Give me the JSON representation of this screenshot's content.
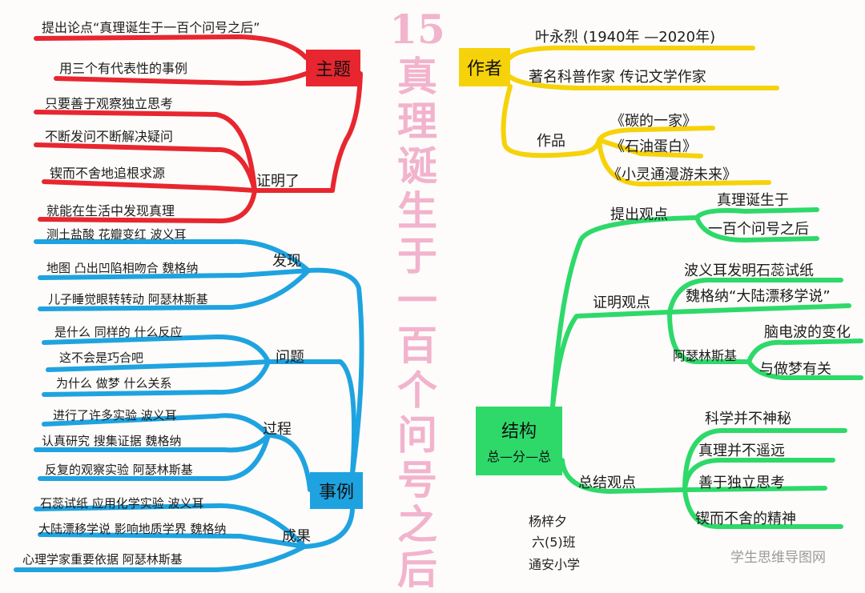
{
  "title": {
    "num": "15",
    "chars": [
      "真",
      "理",
      "诞",
      "生",
      "于",
      "一",
      "百",
      "个",
      "问",
      "号",
      "之",
      "后"
    ]
  },
  "theme": {
    "label": "主题",
    "claim": "提出论点“真理诞生于一百个问号之后”",
    "examples": "用三个有代表性的事例",
    "proved_label": "证明了",
    "proved_items": [
      "只要善于观察独立思考",
      "不断发问不断解决疑问",
      "锲而不舍地追根求源",
      "就能在生活中发现真理"
    ]
  },
  "author": {
    "label": "作者",
    "name": "叶永烈 (1940年 —2020年)",
    "desc": "著名科普作家 传记文学作家",
    "works_label": "作品",
    "works": [
      "《碳的一家》",
      "《石油蛋白》",
      "《小灵通漫游未来》"
    ]
  },
  "cases": {
    "label": "事例",
    "discovery_label": "发现",
    "discovery": [
      "测土盐酸 花瓣变红 波义耳",
      "地图 凸出凹陷相吻合 魏格纳",
      "儿子睡觉眼转转动 阿瑟林斯基"
    ],
    "questions_label": "问题",
    "questions": [
      "是什么 同样的 什么反应",
      "这不会是巧合吧",
      "为什么 做梦 什么关系"
    ],
    "process_label": "过程",
    "process": [
      "进行了许多实验 波义耳",
      "认真研究 搜集证据 魏格纳",
      "反复的观察实验 阿瑟林斯基"
    ],
    "results_label": "成果",
    "results": [
      "石蕊试纸 应用化学实验 波义耳",
      "大陆漂移学说 影响地质学界 魏格纳",
      "心理学家重要依据 阿瑟林斯基"
    ]
  },
  "structure": {
    "label": "结构",
    "sub": "总—分—总",
    "propose_label": "提出观点",
    "propose": [
      "真理诞生于",
      "一百个问号之后"
    ],
    "prove_label": "证明观点",
    "prove": [
      "波义耳发明石蕊试纸",
      "魏格纳“大陆漂移学说”"
    ],
    "prove_sub_label": "阿瑟林斯基",
    "prove_sub": [
      "脑电波的变化",
      "与做梦有关"
    ],
    "summary_label": "总结观点",
    "summary": [
      "科学并不神秘",
      "真理并不遥远",
      "善于独立思考",
      "锲而不舍的精神"
    ]
  },
  "signature": {
    "name": "杨梓夕",
    "class": "六(5)班",
    "school": "通安小学"
  },
  "watermark": "学生思维导图网",
  "colors": {
    "theme": "#e8262f",
    "author": "#f6d20a",
    "cases": "#1fa3e0",
    "structure": "#2ed96a",
    "title": "#f2b3cd"
  }
}
